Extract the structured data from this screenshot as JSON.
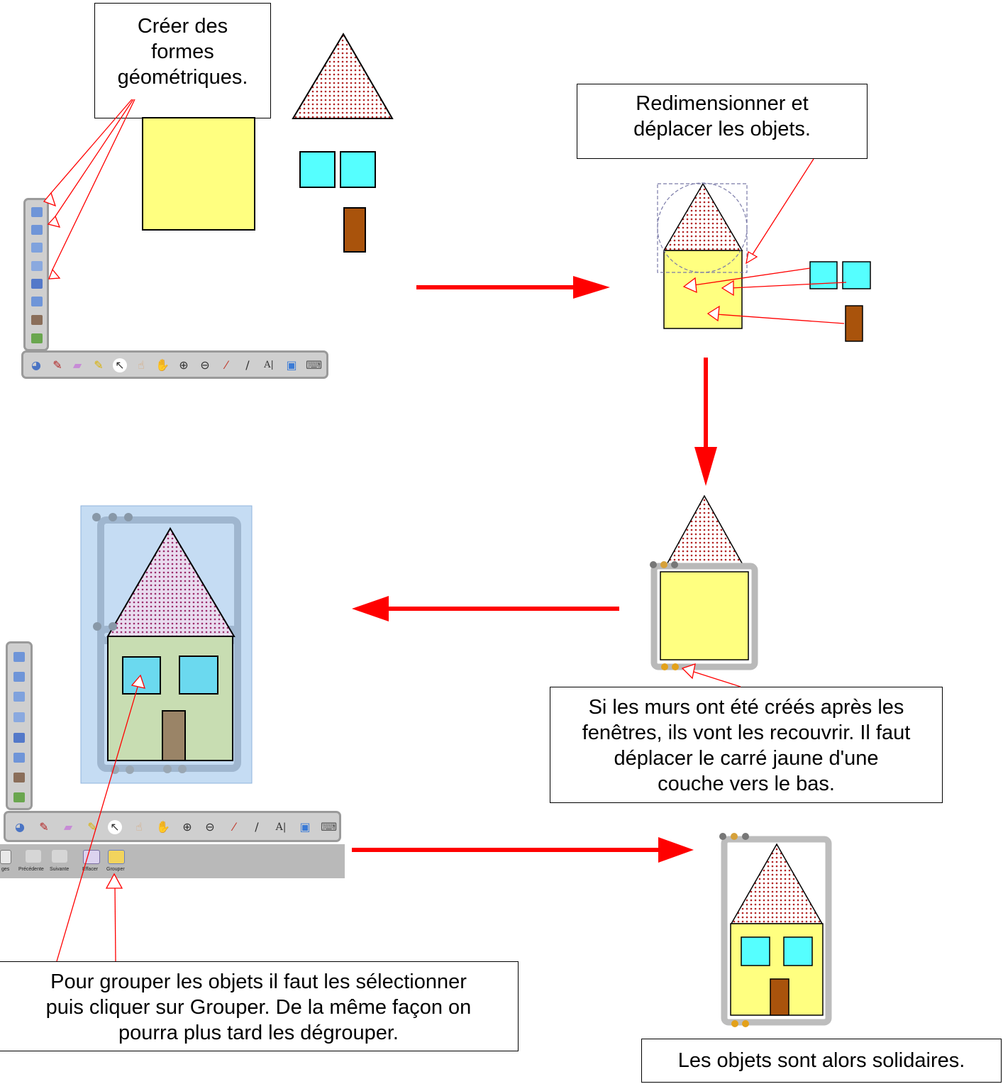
{
  "callouts": {
    "create": [
      "Créer des",
      "formes",
      "géométriques."
    ],
    "resize": [
      "Redimensionner et",
      "déplacer les objets."
    ],
    "layer": [
      "Si les murs ont été créés après les",
      "fenêtres, ils vont les recouvrir. Il faut",
      "déplacer le carré jaune d'une",
      "couche vers le bas."
    ],
    "group": [
      "Pour grouper les objets il faut les sélectionner",
      "puis cliquer sur Grouper. De la même façon on",
      "pourra plus tard les dégrouper."
    ],
    "solid": "Les objets sont alors solidaires."
  },
  "toolbar_bottom": {
    "text_tool_glyph": "A|"
  },
  "page_toolbar": {
    "items": [
      "ges",
      "Précédente",
      "Suivante",
      "Effacer",
      "Grouper"
    ]
  },
  "shape_tools": [
    "rectangle-tool-icon",
    "square-tool-icon",
    "polygon-tool-icon",
    "line-style-icon",
    "fill-color-icon",
    "shape-edit-icon",
    "paint-bucket-icon",
    "flag-icon"
  ],
  "colors": {
    "wall_yellow": "#ffff80",
    "window_cyan": "#55ffff",
    "door_brown": "#a9530c",
    "roof_dots": "#b22222",
    "arrow_red": "#ff0000",
    "selection_blue": "#c5dcf3",
    "toolbar_gray": "#cfcfcf"
  }
}
